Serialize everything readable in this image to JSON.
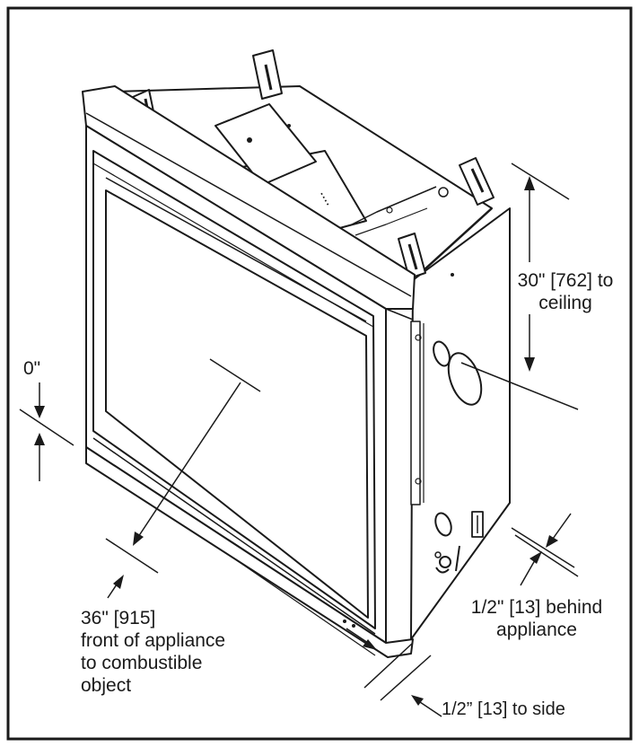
{
  "clearances": {
    "ceiling": {
      "line1": "30\" [762] to",
      "line2": "ceiling"
    },
    "mantel": {
      "value": "0\""
    },
    "front": {
      "line1": "36\" [915]",
      "line2": "front of appliance",
      "line3": "to combustible",
      "line4": "object"
    },
    "behind": {
      "line1": "1/2\" [13] behind",
      "line2": "appliance"
    },
    "side": {
      "line1": "1/2” [13] to side"
    }
  },
  "colors": {
    "line": "#1a1a1a",
    "background": "#ffffff"
  }
}
